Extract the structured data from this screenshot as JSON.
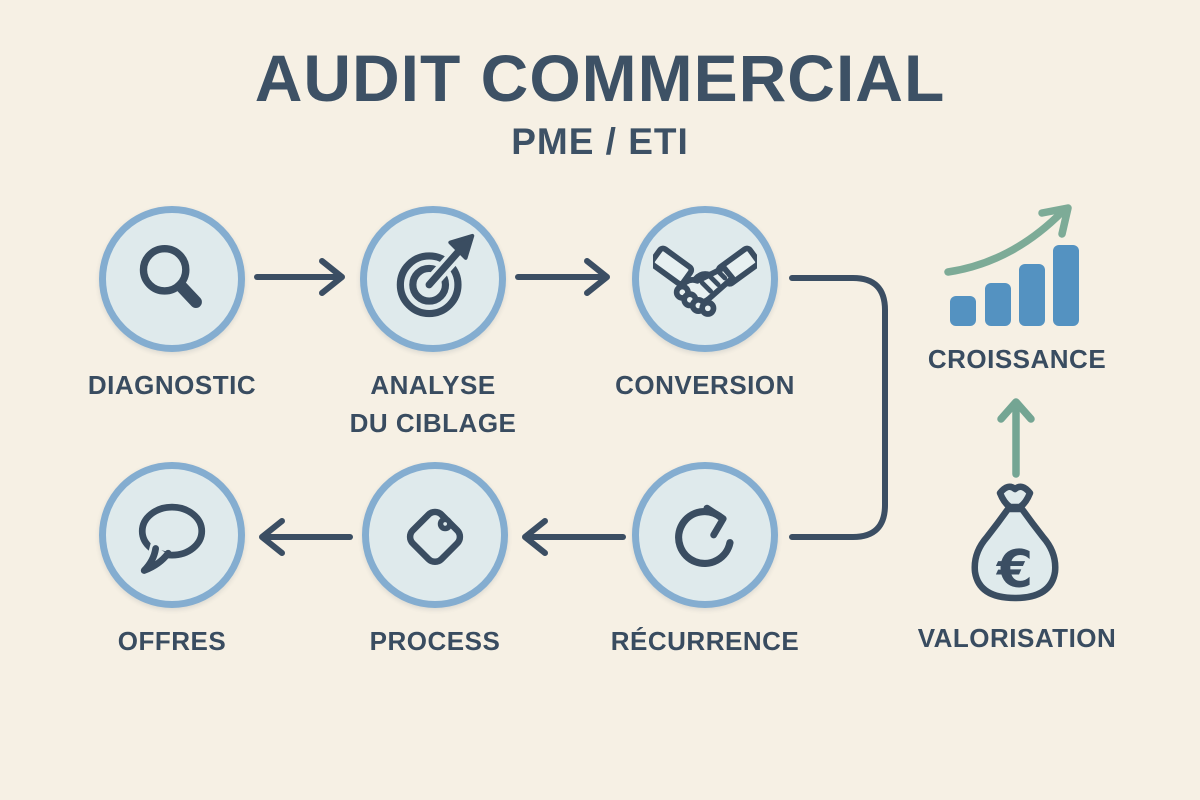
{
  "header": {
    "title": "AUDIT COMMERCIAL",
    "subtitle": "PME / ETI"
  },
  "nodes": {
    "diagnostic": {
      "label": "DIAGNOSTIC",
      "icon": "magnifier-icon"
    },
    "analyse": {
      "label_line1": "ANALYSE",
      "label_line2": "DU CIBLAGE",
      "icon": "target-icon"
    },
    "conversion": {
      "label": "CONVERSION",
      "icon": "handshake-icon"
    },
    "recurrence": {
      "label": "RÉCURRENCE",
      "icon": "loop-arrow-icon"
    },
    "process": {
      "label": "PROCESS",
      "icon": "price-tag-icon"
    },
    "offres": {
      "label": "OFFRES",
      "icon": "speech-bubble-icon"
    },
    "croissance": {
      "label": "CROISSANCE",
      "icon": "growth-bars-icon"
    },
    "valorisation": {
      "label": "VALORISATION",
      "icon": "money-bag-icon",
      "currency_symbol": "€"
    }
  },
  "colors": {
    "background": "#f6f0e4",
    "ink": "#3d5165",
    "circle_fill": "#dfeaec",
    "circle_border": "#84add0",
    "bar_blue": "#5492c1",
    "arrow_green": "#74a593"
  }
}
